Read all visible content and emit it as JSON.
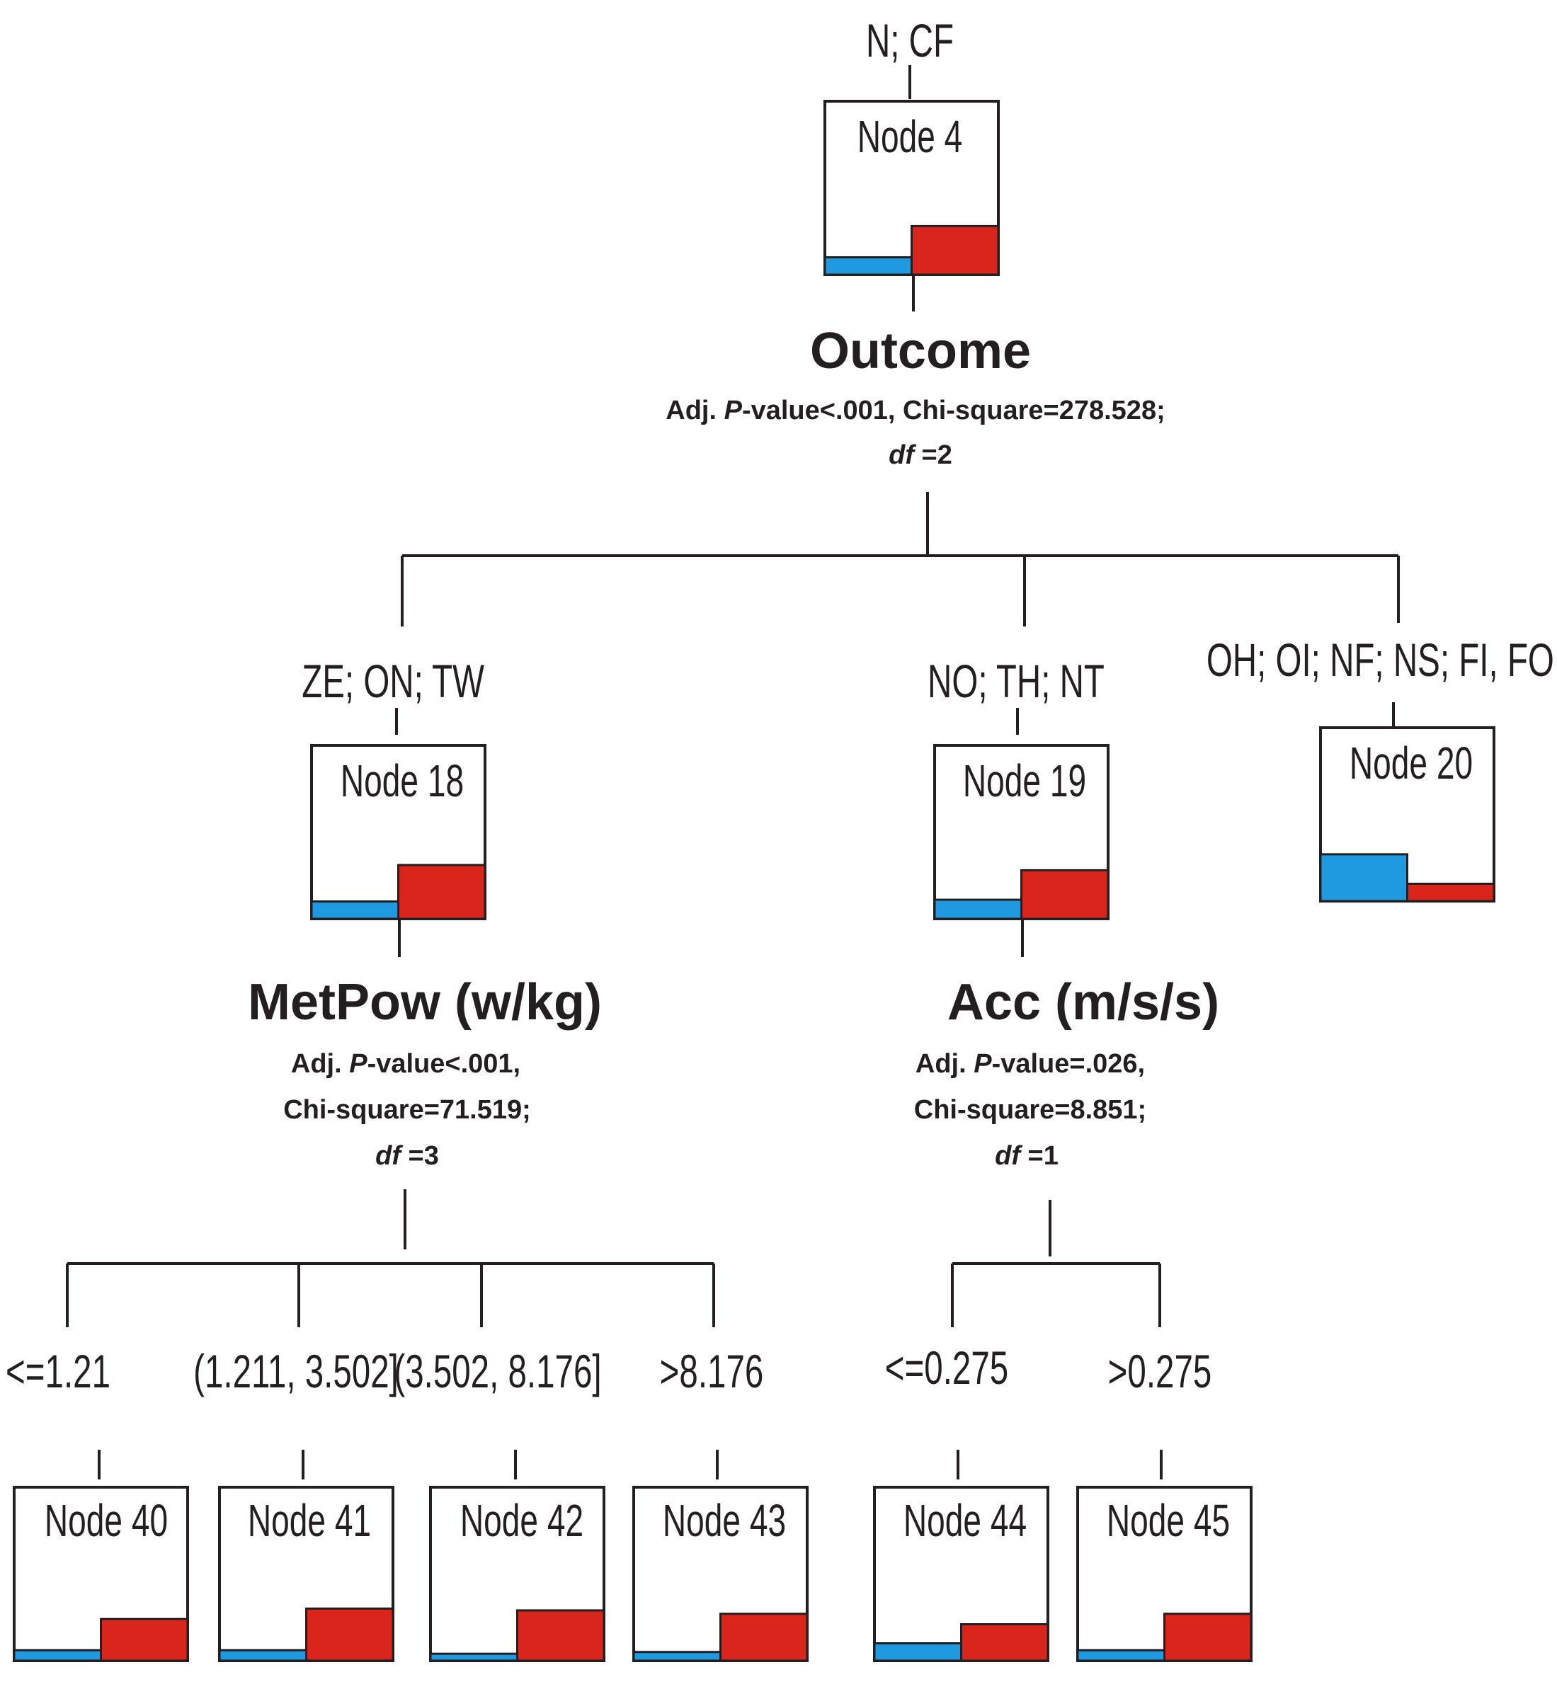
{
  "colors": {
    "bar_a": "#1f9ae0",
    "bar_b": "#d9251c",
    "ink": "#231f20"
  },
  "nodes": [
    {
      "id": "n4",
      "label": "Node 4",
      "bars": [
        0.1,
        0.28
      ]
    },
    {
      "id": "n18",
      "label": "Node 18",
      "bars": [
        0.1,
        0.31
      ]
    },
    {
      "id": "n19",
      "label": "Node 19",
      "bars": [
        0.11,
        0.28
      ]
    },
    {
      "id": "n20",
      "label": "Node 20",
      "bars": [
        0.27,
        0.1
      ]
    },
    {
      "id": "n40",
      "label": "Node 40",
      "bars": [
        0.06,
        0.24
      ]
    },
    {
      "id": "n41",
      "label": "Node 41",
      "bars": [
        0.06,
        0.3
      ]
    },
    {
      "id": "n42",
      "label": "Node 42",
      "bars": [
        0.04,
        0.29
      ]
    },
    {
      "id": "n43",
      "label": "Node 43",
      "bars": [
        0.05,
        0.27
      ]
    },
    {
      "id": "n44",
      "label": "Node 44",
      "bars": [
        0.1,
        0.21
      ]
    },
    {
      "id": "n45",
      "label": "Node 45",
      "bars": [
        0.06,
        0.27
      ]
    }
  ],
  "branches": {
    "root": "N; CF",
    "b18": "ZE; ON; TW",
    "b19": "NO; TH; NT",
    "b20": "OH; OI; NF; NS; FI, FO, SI",
    "b40": "<=1.21",
    "b41": "(1.211, 3.502]",
    "b42": "(3.502, 8.176]",
    "b43": ">8.176",
    "b44": "<=0.275",
    "b45": ">0.275"
  },
  "splits": {
    "outcome": {
      "name": "Outcome",
      "adj": "Adj.",
      "p_sym": "P",
      "p_rest": "-value<.001, Chi-square=278.528;",
      "df_sym": "df",
      "df_rest": " =2"
    },
    "metpow": {
      "name": "MetPow (w/kg)",
      "adj": "Adj.",
      "p_sym": "P",
      "p_rest": "-value<.001,",
      "chi": "Chi-square=71.519;",
      "df_sym": "df",
      "df_rest": " =3"
    },
    "acc": {
      "name": "Acc (m/s/s)",
      "adj": "Adj.",
      "p_sym": "P",
      "p_rest": "-value=.026,",
      "chi": "Chi-square=8.851;",
      "df_sym": "df",
      "df_rest": " =1"
    }
  }
}
